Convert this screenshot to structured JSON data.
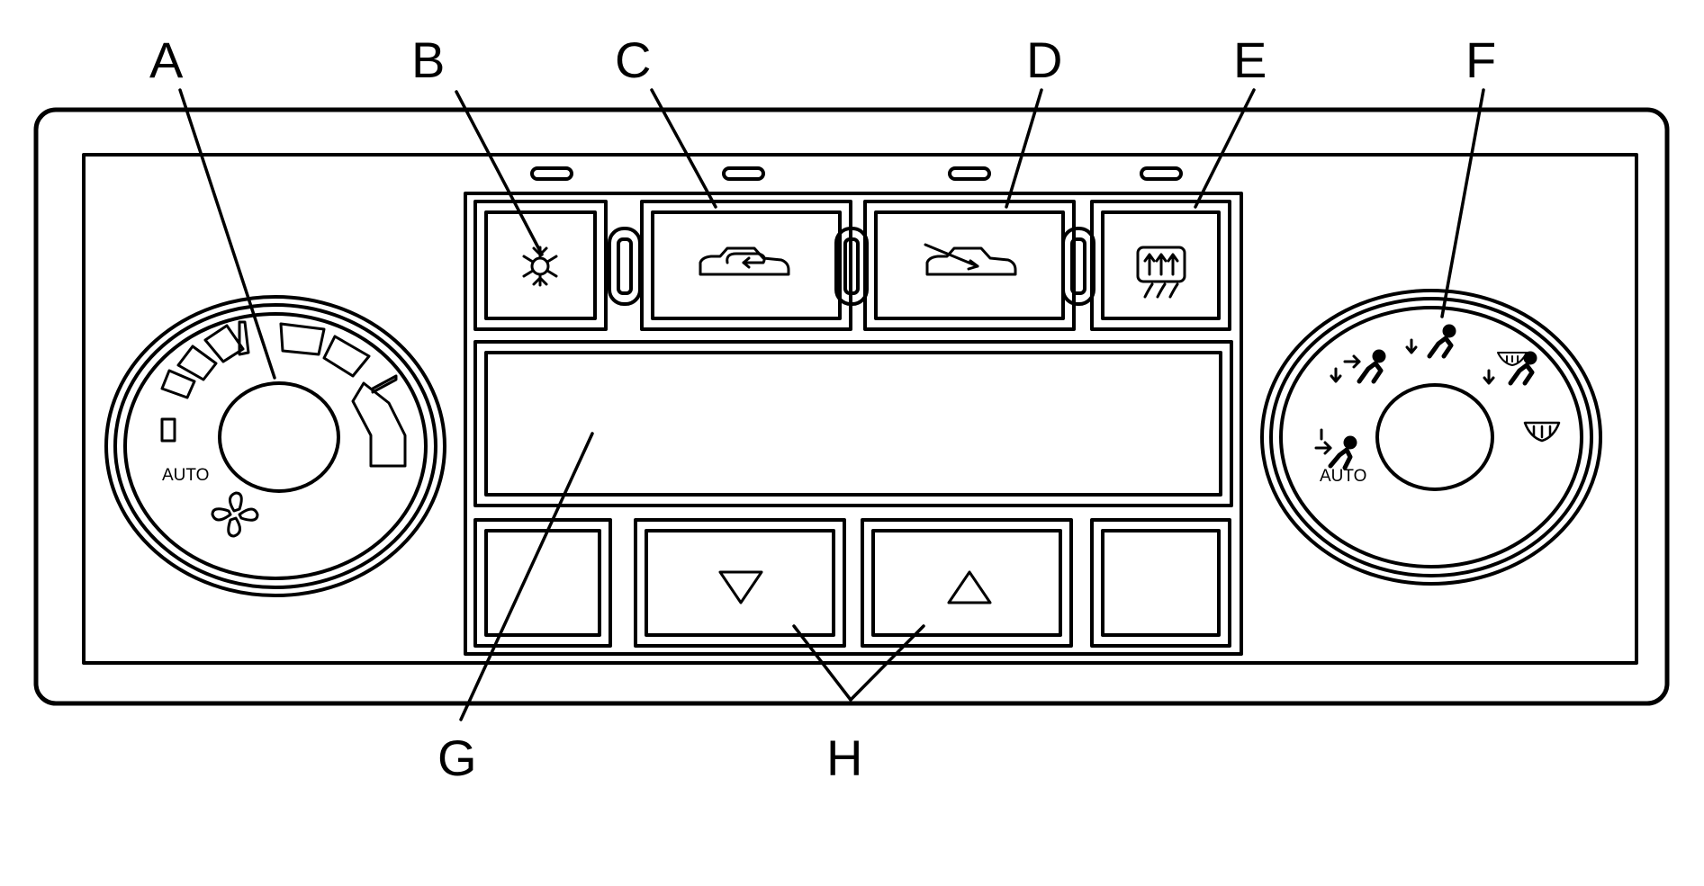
{
  "callouts": {
    "a": "A",
    "b": "B",
    "c": "C",
    "d": "D",
    "e": "E",
    "f": "F",
    "g": "G",
    "h": "H"
  },
  "fan_knob": {
    "auto_label": "AUTO",
    "icon": "fan-icon"
  },
  "mode_knob": {
    "auto_label": "AUTO",
    "icons": [
      "vent-mode-icon",
      "bi-level-mode-icon",
      "floor-mode-icon",
      "defog-mode-icon",
      "defrost-mode-icon"
    ]
  },
  "buttons": {
    "ac": {
      "icon": "snowflake-icon"
    },
    "recirculation": {
      "icon": "recirculation-car-icon"
    },
    "outside_air": {
      "icon": "outside-air-car-icon"
    },
    "rear_defog": {
      "icon": "rear-defog-icon"
    },
    "temp_down": {
      "icon": "triangle-down-icon"
    },
    "temp_up": {
      "icon": "triangle-up-icon"
    }
  },
  "colors": {
    "line": "#000000",
    "background": "#ffffff"
  }
}
